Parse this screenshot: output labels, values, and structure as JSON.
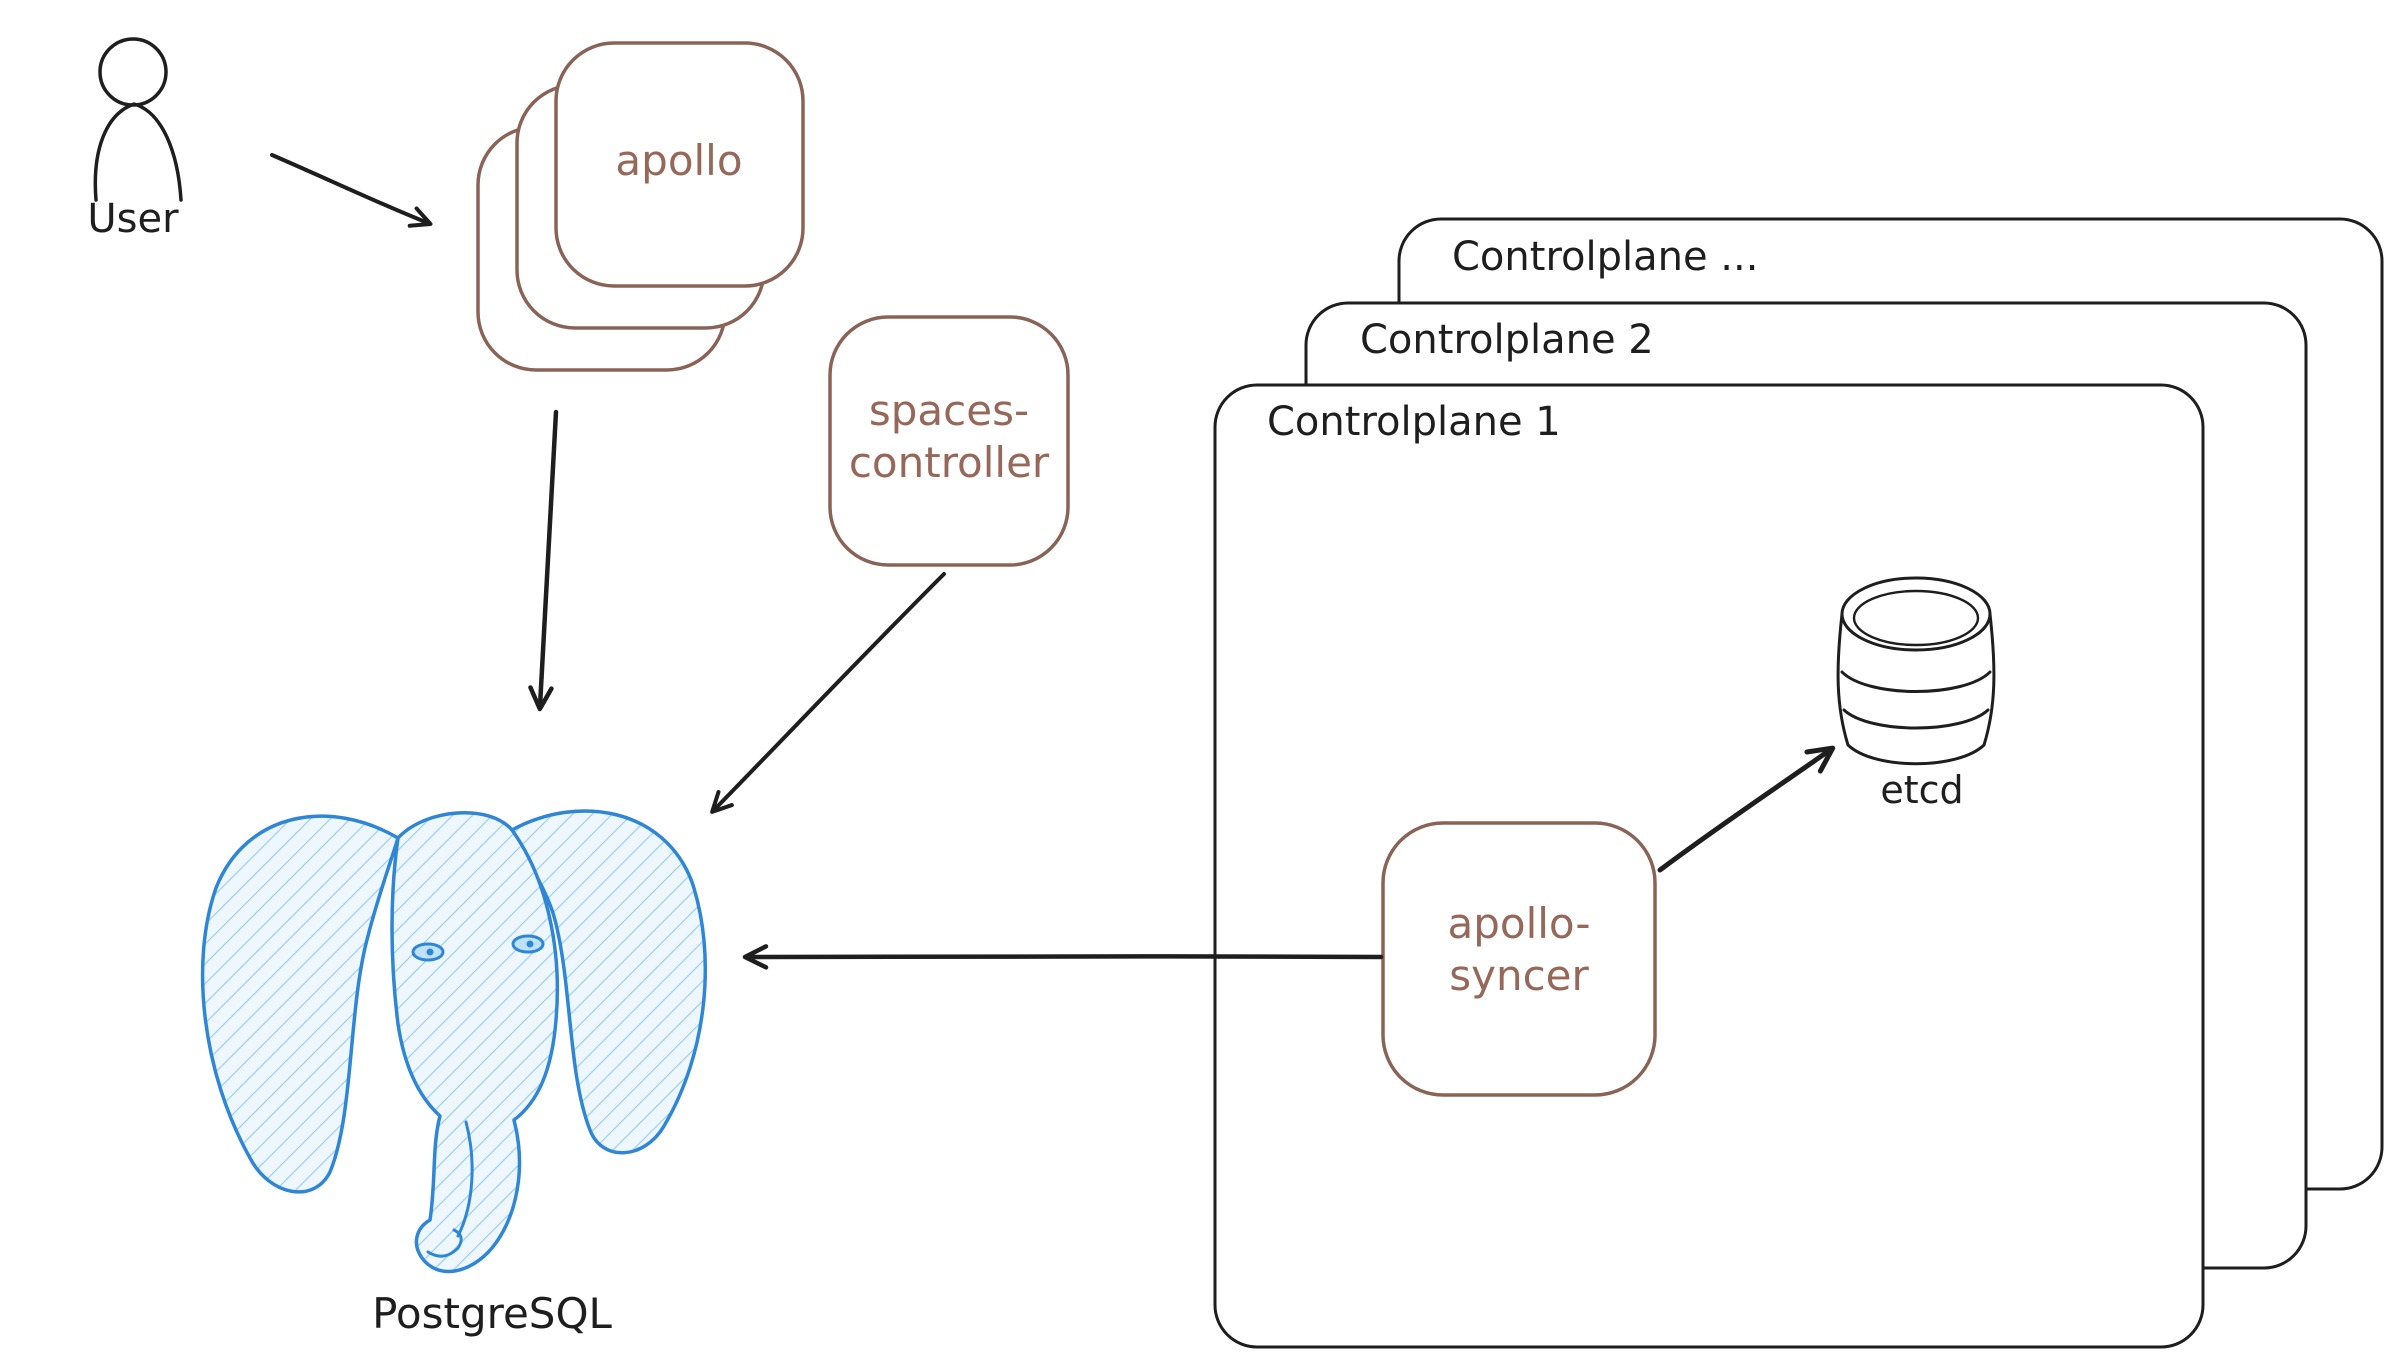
{
  "nodes": {
    "user": {
      "label": "User"
    },
    "apollo": {
      "label": "apollo"
    },
    "spaces_controller": {
      "label_line1": "spaces-",
      "label_line2": "controller"
    },
    "postgresql": {
      "label": "PostgreSQL"
    },
    "apollo_syncer": {
      "label_line1": "apollo-",
      "label_line2": "syncer"
    },
    "etcd": {
      "label": "etcd"
    }
  },
  "controlplanes": [
    {
      "label": "Controlplane ..."
    },
    {
      "label": "Controlplane 2"
    },
    {
      "label": "Controlplane 1"
    }
  ],
  "edges": [
    {
      "from": "user",
      "to": "apollo"
    },
    {
      "from": "apollo",
      "to": "postgresql"
    },
    {
      "from": "spaces-controller",
      "to": "postgresql"
    },
    {
      "from": "apollo-syncer",
      "to": "postgresql"
    },
    {
      "from": "apollo-syncer",
      "to": "etcd"
    }
  ],
  "colors": {
    "brown": "#8a6357",
    "brown_text": "#96685a",
    "black": "#1e1e1e",
    "blue": "#2f86d6",
    "blue_hatch": "#9ccdf2",
    "blue_fill_light": "#eef7fe",
    "background": "#ffffff"
  }
}
